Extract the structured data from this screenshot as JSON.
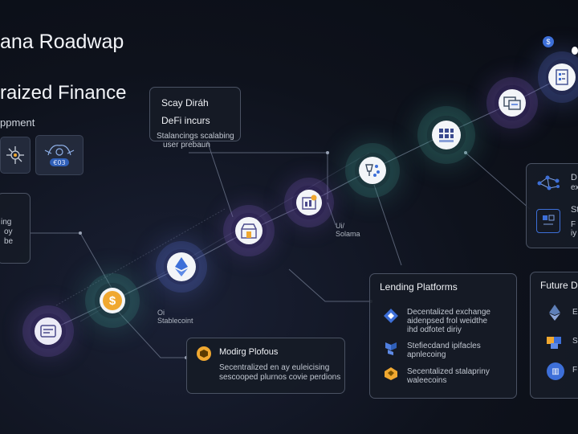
{
  "header": {
    "title": "ana Roadwap",
    "subtitle": "raized Finance",
    "section": "ppment"
  },
  "card_defi": {
    "line1": "Scay Diráh",
    "line2": "DeFi incurs",
    "line3": "Stalancings scalabing",
    "line4": "user prebaun"
  },
  "left_box": {
    "line1": "ing",
    "line2": "oy",
    "line3": "be"
  },
  "node_labels": {
    "stablecoin_a": "Oi",
    "stablecoin_b": "Stablecoint",
    "solana_a": "Ui/",
    "solana_b": "Solama"
  },
  "card_modifi": {
    "heading": "Modirg Plofous",
    "line1": "Secentralized en ay euleicising",
    "line2": "sescooped plurnos covie perdions"
  },
  "card_lending": {
    "heading": "Lending Platforms",
    "items": [
      {
        "line1": "Decentalized exchange",
        "line2": "aidenpsed frol weidthe",
        "line3": "ihd odfotet diriy"
      },
      {
        "line1": "Stefiecdand ipifacles",
        "line2": "apnlecoing"
      },
      {
        "line1": "Secentalized stalapriny",
        "line2": "waleecoins"
      }
    ]
  },
  "card_future": {
    "heading": "Future D",
    "items": [
      "E",
      "S",
      "F"
    ]
  },
  "card_right": {
    "row1_a": "D",
    "row1_b": "ex",
    "row2_a": "St",
    "row2_b": "F",
    "row2_c": "iy"
  },
  "colors": {
    "accent_gold": "#f0a830",
    "accent_blue": "#3d6fd8",
    "panel_border": "#4a5263"
  }
}
